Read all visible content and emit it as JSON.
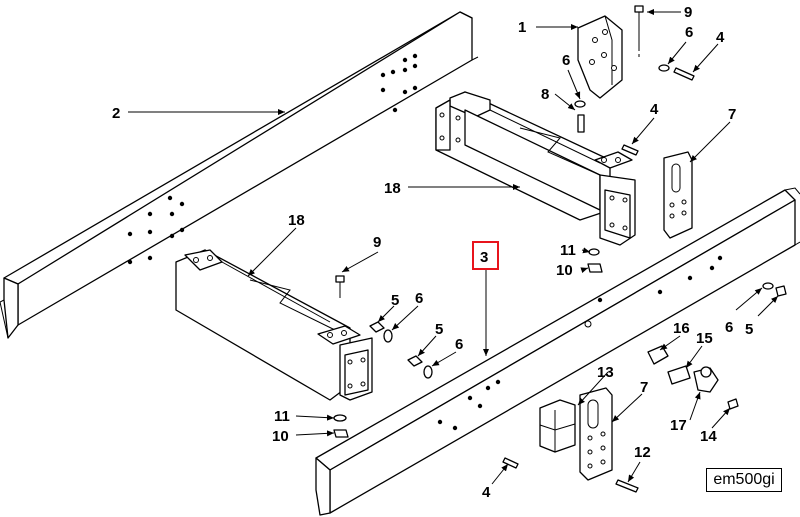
{
  "figure_id": "em500gi",
  "highlighted_callout": "3",
  "callouts": {
    "c1": "1",
    "c2": "2",
    "c3": "3",
    "c4a": "4",
    "c4b": "4",
    "c4c": "4",
    "c5a": "5",
    "c5b": "5",
    "c5c": "5",
    "c6a": "6",
    "c6b": "6",
    "c6c": "6",
    "c6d": "6",
    "c6e": "6",
    "c7a": "7",
    "c7b": "7",
    "c8": "8",
    "c9a": "9",
    "c9b": "9",
    "c10a": "10",
    "c10b": "10",
    "c11a": "11",
    "c11b": "11",
    "c12": "12",
    "c13": "13",
    "c14": "14",
    "c15": "15",
    "c16": "16",
    "c17": "17",
    "c18a": "18",
    "c18b": "18"
  },
  "colors": {
    "highlight": "#e8141c",
    "ink": "#000000"
  }
}
